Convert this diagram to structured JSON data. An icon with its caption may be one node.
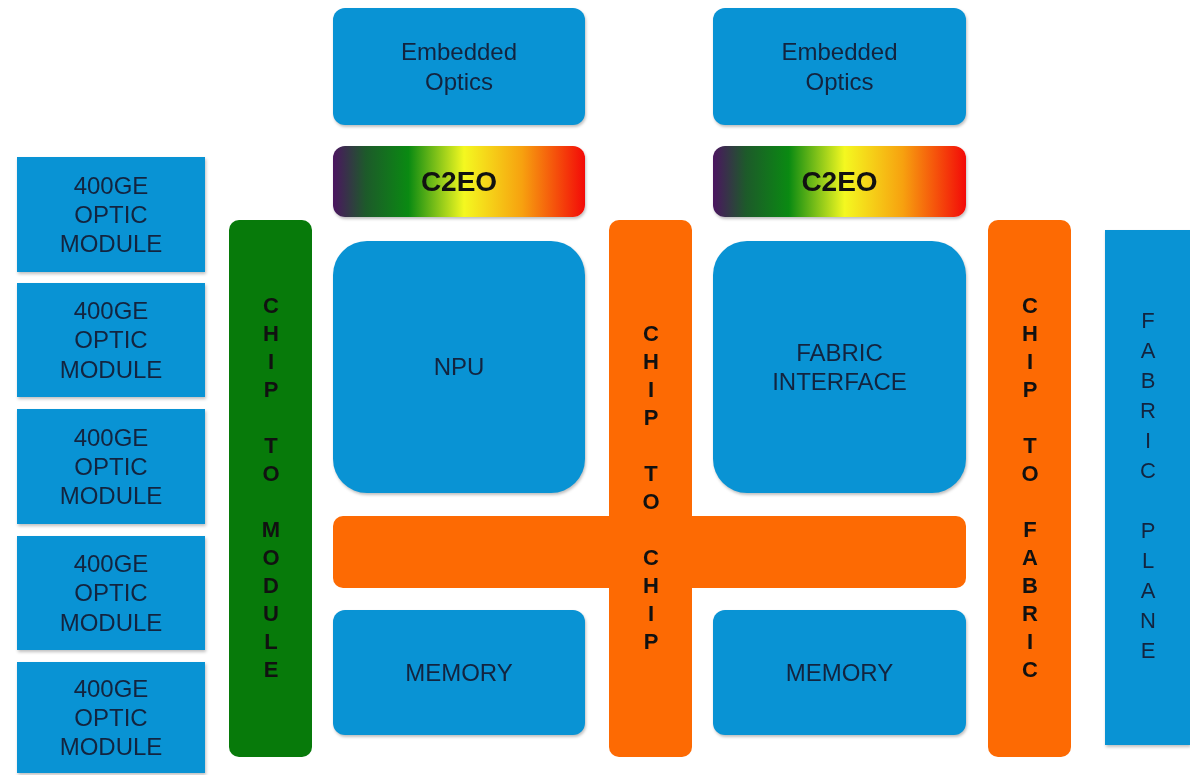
{
  "diagram": {
    "nodes": [
      {
        "text": [
          "Embedded Optics"
        ]
      },
      {
        "text": [
          "Embedded Optics"
        ]
      },
      {
        "text": [
          "C2EO"
        ]
      },
      {
        "text": [
          "C2EO"
        ]
      },
      {
        "text": [
          "400GE OPTIC MODULE"
        ]
      },
      {
        "text": [
          "400GE OPTIC MODULE"
        ]
      },
      {
        "text": [
          "400GE OPTIC MODULE"
        ]
      },
      {
        "text": [
          "400GE OPTIC MODULE"
        ]
      },
      {
        "text": [
          "400GE OPTIC MODULE"
        ]
      },
      {
        "text": [
          "CHIP TO MODULE"
        ]
      },
      {
        "text": [
          "NPU"
        ]
      },
      {
        "text": [
          "CHIP TO CHIP"
        ]
      },
      {
        "text": [
          "FABRIC INTERFACE"
        ]
      },
      {
        "text": [
          "CHIP TO FABRIC"
        ]
      },
      {
        "text": [
          "FABRIC PLANE"
        ]
      },
      {
        "text": [],
        "shape": "bar"
      },
      {
        "text": [
          "MEMORY"
        ]
      },
      {
        "text": [
          "MEMORY"
        ]
      }
    ]
  }
}
